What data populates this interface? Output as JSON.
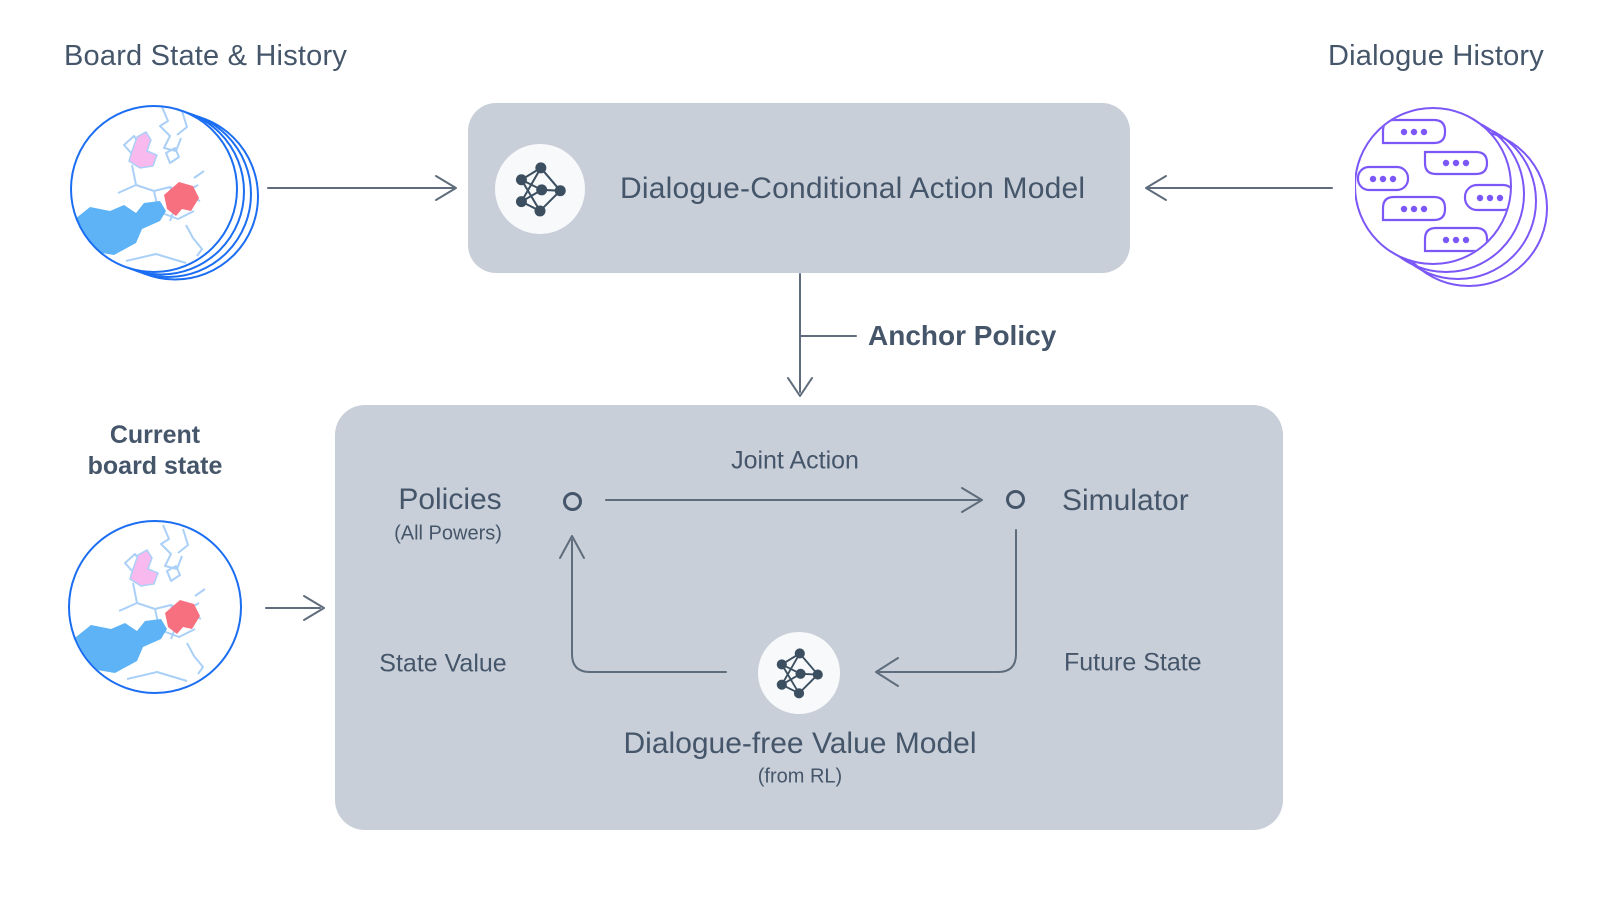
{
  "colors": {
    "ink": "#45566a",
    "line": "#5e6c7b",
    "box_bg": "#c9cfd9",
    "icon_bg": "#f7f9fb",
    "node": "#3c4f60",
    "map_outline": "#1b6ef2",
    "map_border": "#abd0f8",
    "map_blue": "#5db3f6",
    "map_pink": "#f8b9ee",
    "map_red": "#f7707f",
    "dialogue_purple": "#7b57f7"
  },
  "inputs": {
    "board_state_history": {
      "label": "Board State & History"
    },
    "dialogue_history": {
      "label": "Dialogue History"
    },
    "current_board_state": {
      "line1": "Current",
      "line2": "board state"
    }
  },
  "action_model": {
    "title": "Dialogue-Conditional Action Model"
  },
  "anchor_policy": {
    "label": "Anchor Policy"
  },
  "loop": {
    "policies": {
      "title": "Policies",
      "subtitle": "(All Powers)"
    },
    "joint_action": "Joint Action",
    "simulator": "Simulator",
    "state_value": "State Value",
    "future_state": "Future State",
    "value_model": {
      "title": "Dialogue-free Value Model",
      "subtitle": "(from RL)"
    }
  }
}
